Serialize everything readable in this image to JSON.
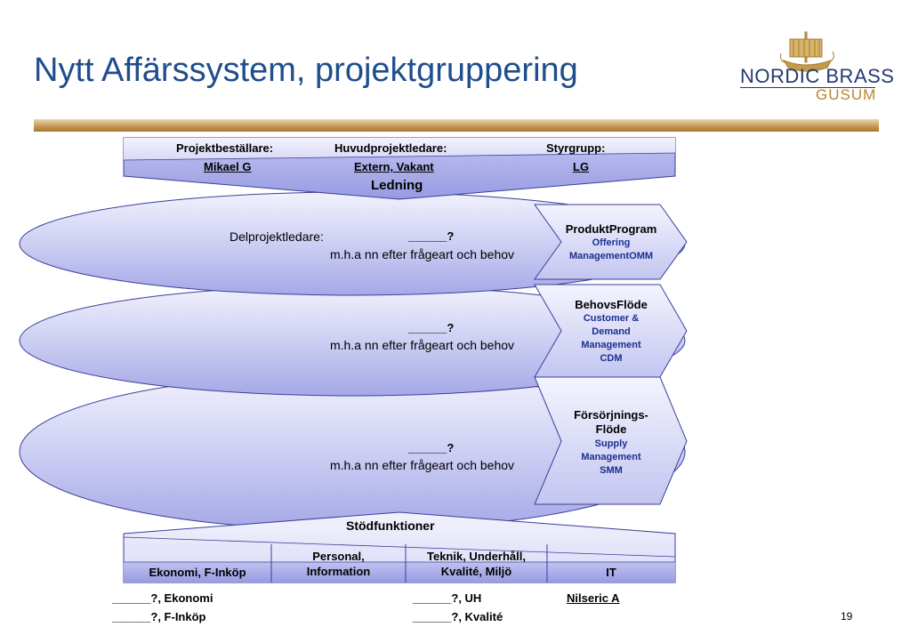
{
  "title": "Nytt Affärssystem, projektgruppering",
  "logo": {
    "line1": "NORDIC BRASS",
    "line2": "GUSUM",
    "icon": "viking-ship-icon"
  },
  "ledning": {
    "label": "Ledning",
    "roles": [
      {
        "role": "Projektbeställare:",
        "name": "Mikael G"
      },
      {
        "role": "Huvudprojektledare:",
        "name": "Extern, Vakant"
      },
      {
        "role": "Styrgrupp:",
        "name": "LG"
      }
    ]
  },
  "ellipses": [
    {
      "prefix": "Delprojektledare:",
      "blank": "______?",
      "note": "m.h.a nn efter frågeart och behov"
    },
    {
      "blank": "______?",
      "note": "m.h.a nn efter frågeart och behov"
    },
    {
      "blank": "______?",
      "note": "m.h.a nn efter frågeart och behov"
    }
  ],
  "flows": [
    {
      "title": "ProduktProgram",
      "sub1": "Offering",
      "sub2": "ManagementOMM"
    },
    {
      "title": "BehovsFlöde",
      "sub1": "Customer &",
      "sub2": "Demand",
      "sub3": "Management",
      "sub4": "CDM"
    },
    {
      "title1": "Försörjnings-",
      "title2": "Flöde",
      "sub1": "Supply",
      "sub2": "Management",
      "sub3": "SMM"
    }
  ],
  "stod": {
    "label": "Stödfunktioner",
    "boxes": [
      {
        "line1": "Ekonomi, F-Inköp"
      },
      {
        "line1": "Personal,",
        "line2": "Information"
      },
      {
        "line1": "Teknik, Underhåll,",
        "line2": "Kvalité, Miljö"
      },
      {
        "line1": "IT"
      }
    ]
  },
  "footer": {
    "left1": "______?, Ekonomi",
    "left2": "______?, F-Inköp",
    "mid1": "______?, UH",
    "mid2": "______?, Kvalité",
    "right1": "Nilseric A",
    "page": "19"
  },
  "colors": {
    "title": "#1f4e8c",
    "shape_fill_light": "#eeeffc",
    "shape_fill_dark": "#a7aae8",
    "stroke": "#3c3f9a",
    "sub_text": "#1b2f8f"
  }
}
